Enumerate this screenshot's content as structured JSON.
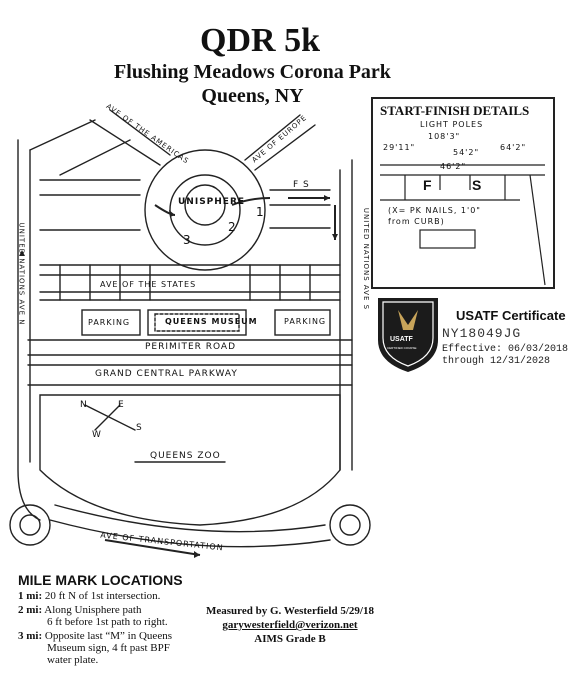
{
  "header": {
    "title": "QDR 5k",
    "park": "Flushing Meadows Corona Park",
    "location": "Queens, NY"
  },
  "map_labels": {
    "unisphere": "UNISPHERE",
    "ave_of_americas": "AVE OF THE AMERICAS",
    "ave_of_europe": "AVE OF EUROPE",
    "ave_of_states": "AVE OF THE STATES",
    "united_nations_ave": "UNITED NATIONS AVE N",
    "united_nations_ave_s": "UNITED NATIONS AVE S",
    "fs": "F S",
    "parking_left": "PARKING",
    "parking_right": "PARKING",
    "queens_museum": "QUEENS MUSEUM",
    "perimeter_road": "PERIMITER ROAD",
    "grand_central": "GRAND CENTRAL PARKWAY",
    "queens_zoo": "QUEENS ZOO",
    "ave_of_transportation": "AVE OF TRANSPORTATION",
    "mile_1": "1",
    "mile_2": "2",
    "mile_3": "3",
    "compass_n": "N",
    "compass_e": "E",
    "compass_s": "S",
    "compass_w": "W"
  },
  "start_finish": {
    "title": "START-FINISH DETAILS",
    "light_poles": "LIGHT POLES",
    "d_291": "29'11\"",
    "d_1083": "108'3\"",
    "d_542": "54'2\"",
    "d_642": "64'2\"",
    "d_462": "46'2\"",
    "f": "F",
    "s": "S",
    "note": "(X= PK NAILS, 1'0\" from CURB)"
  },
  "certificate": {
    "title": "USATF Certificate",
    "number": "NY18049JG",
    "effective": "Effective: 06/03/2018",
    "through": "through 12/31/2028",
    "badge_text": "USATF",
    "badge_sub": "CERTIFIED COURSE"
  },
  "mile_marks": {
    "title": "MILE MARK LOCATIONS",
    "m1_label": "1 mi:",
    "m1_text": "20 ft N of 1st intersection.",
    "m2_label": "2 mi:",
    "m2_text_a": "Along Unisphere path",
    "m2_text_b": "6 ft before 1st path to right.",
    "m3_label": "3 mi:",
    "m3_text_a": "Opposite last “M” in Queens",
    "m3_text_b": "Museum sign, 4 ft past BPF",
    "m3_text_c": "water plate."
  },
  "measured": {
    "by": "Measured by G. Westerfield 5/29/18",
    "email": "garywesterfield@verizon.net",
    "grade": "AIMS Grade B"
  }
}
